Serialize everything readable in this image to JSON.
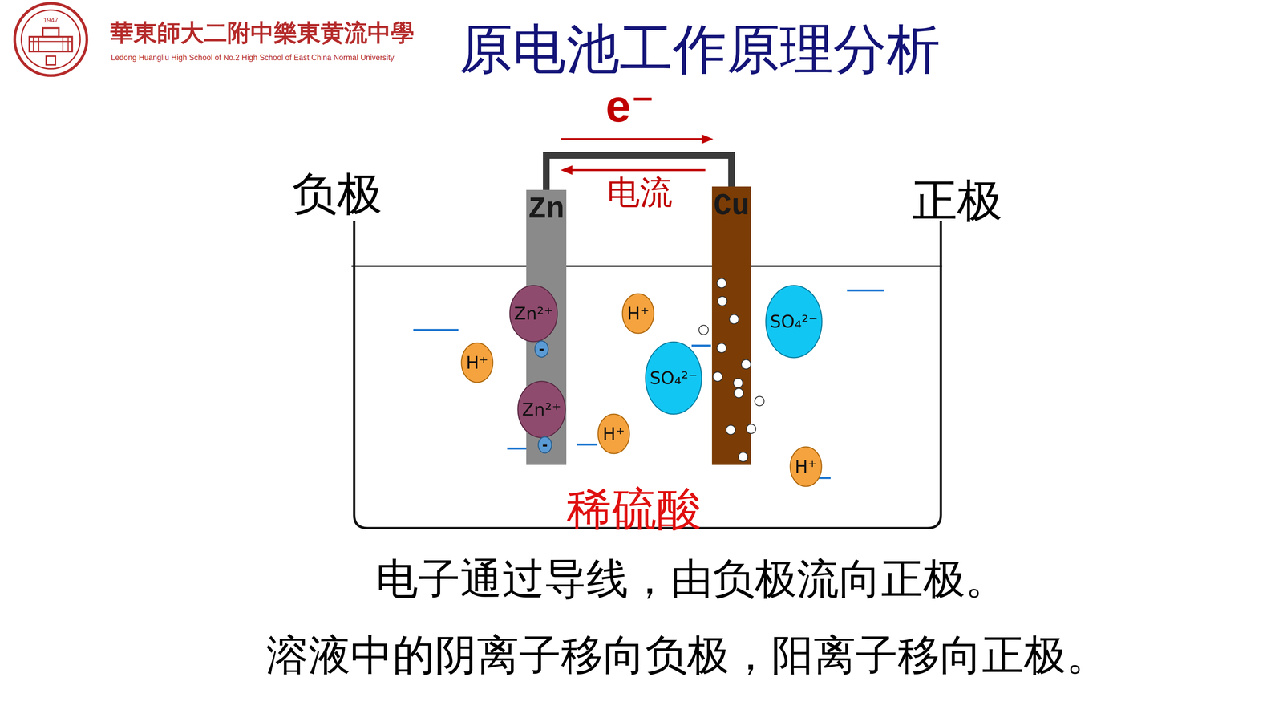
{
  "diagram": {
    "title": "原电池工作原理分析",
    "nodes": [
      {
        "text": [
          "Zn"
        ]
      },
      {
        "text": [
          "Cu"
        ]
      },
      {
        "text": [
          "Zn²⁺"
        ]
      },
      {
        "text": [
          "H⁺"
        ]
      },
      {
        "text": [
          "SO₄²⁻"
        ]
      },
      {
        "text": [
          "-"
        ]
      },
      {
        "text": [
          "H⁺"
        ]
      },
      {
        "text": [
          "SO₄²⁻"
        ]
      },
      {
        "text": [
          "Zn²⁺"
        ]
      },
      {
        "text": [
          "H⁺"
        ]
      },
      {
        "text": [
          "-"
        ]
      },
      {
        "text": [
          "H⁺"
        ]
      }
    ],
    "edges": [
      {
        "from": 0,
        "to": 1,
        "arrow": "none"
      }
    ],
    "labels": [
      "1947",
      "華東師大二附中樂東黄流中學",
      "Ledong Huangliu High School of No.2 High School of East China Normal University",
      "e⁻",
      "电流",
      "负极",
      "正极",
      "稀硫酸",
      "电子通过导线，由负极流向正极。",
      "溶液中的阴离子移向负极，阳离子移向正极。"
    ]
  }
}
